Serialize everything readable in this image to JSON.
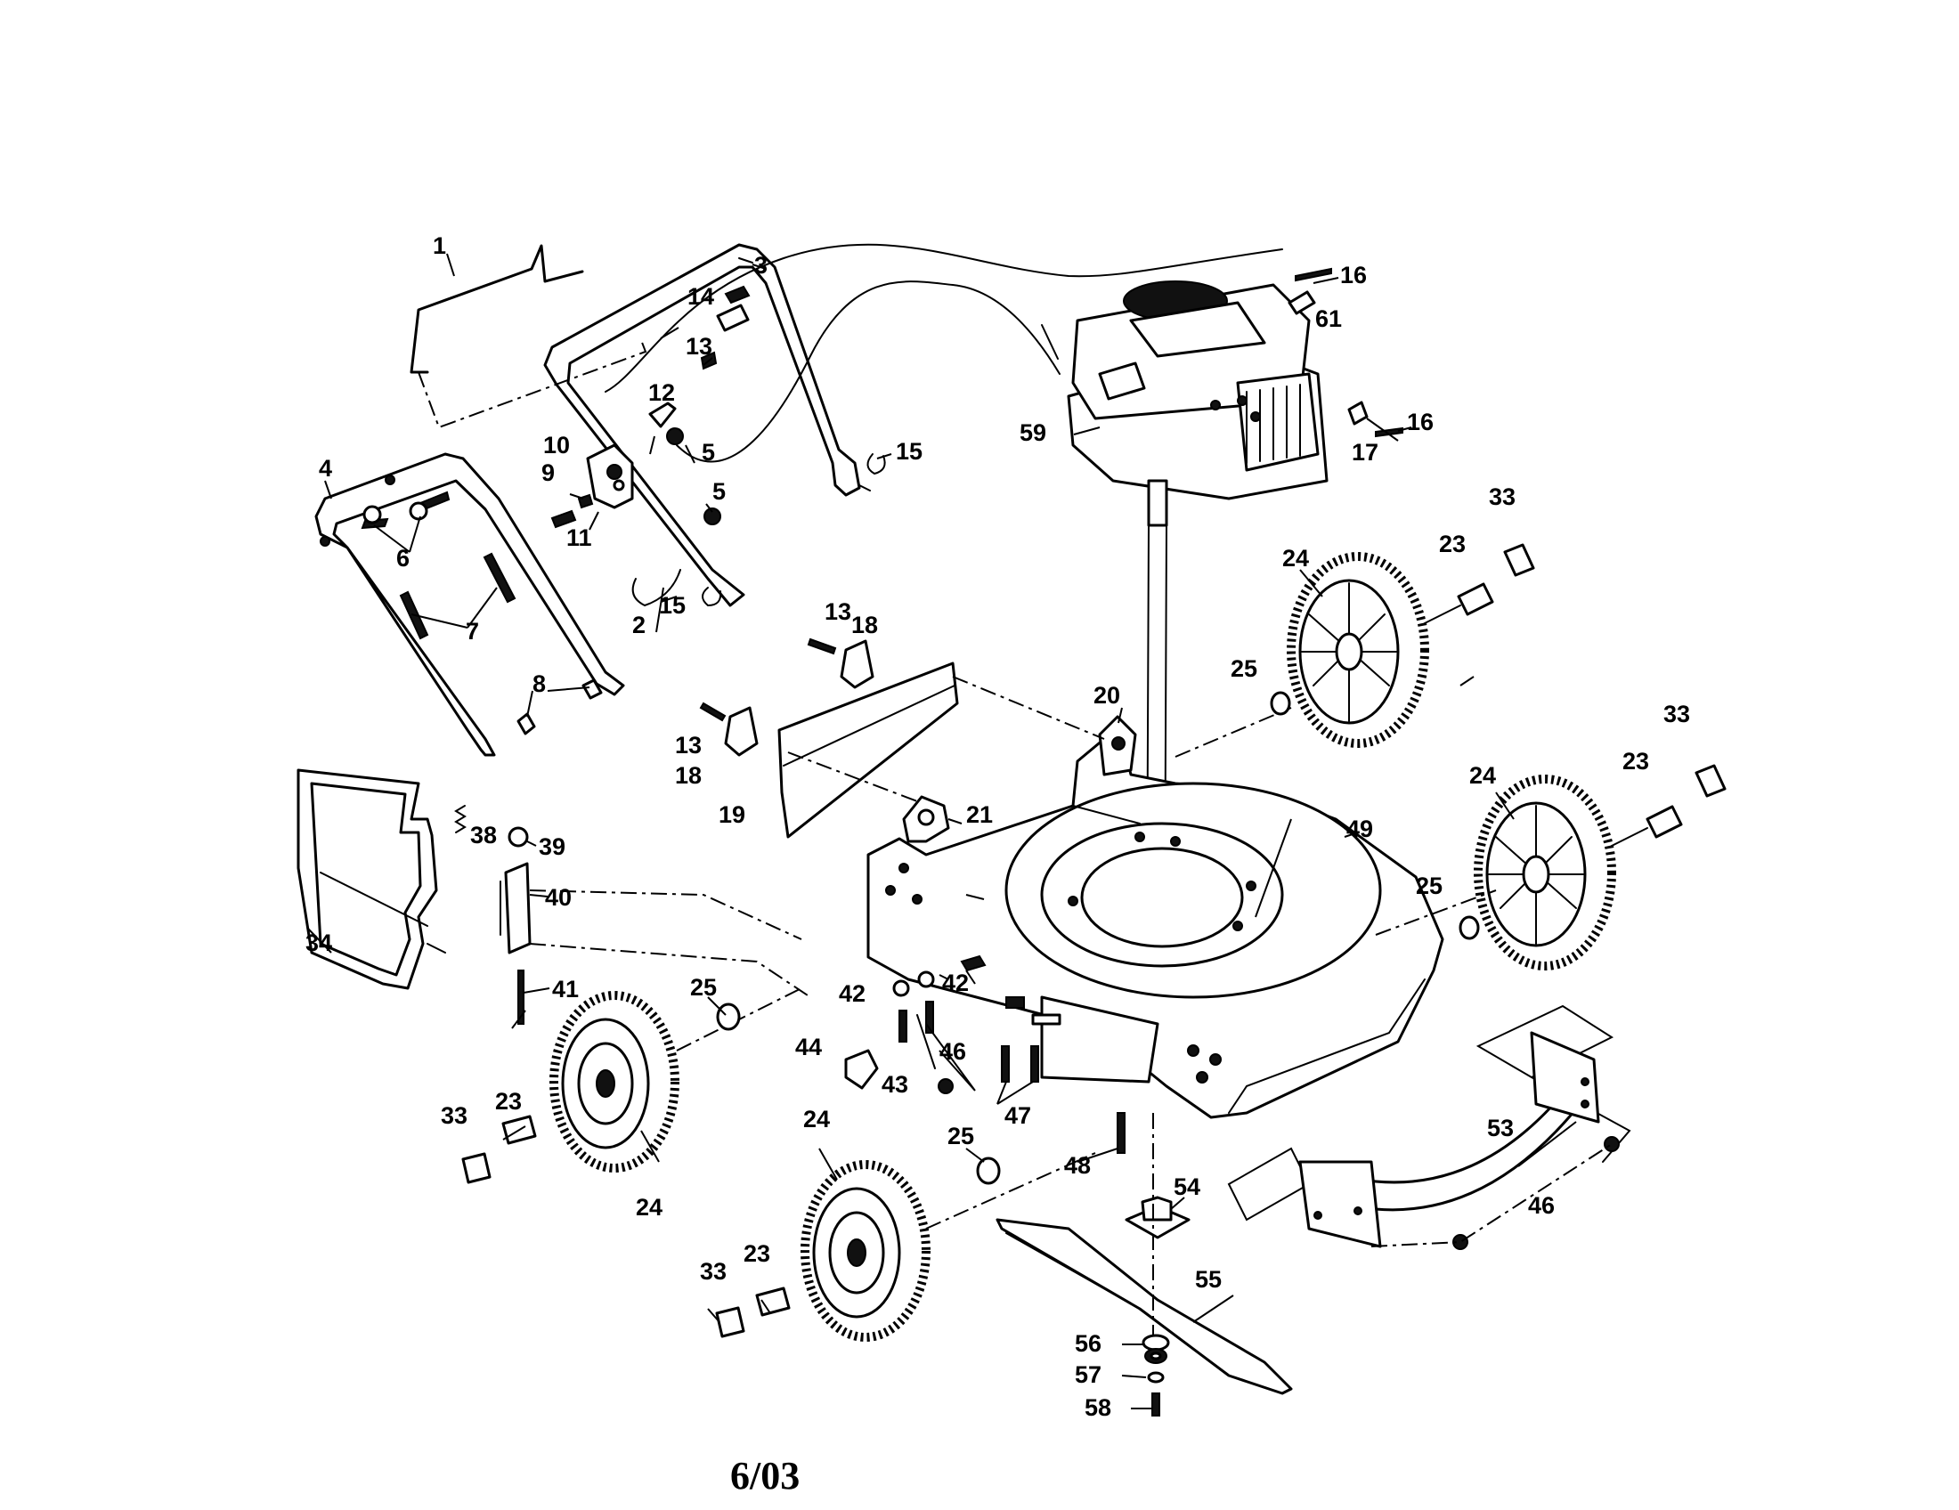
{
  "diagram": {
    "date_code": "6/03",
    "callouts": {
      "c1": "1",
      "c2": "2",
      "c3": "3",
      "c4": "4",
      "c5a": "5",
      "c5b": "5",
      "c6": "6",
      "c7": "7",
      "c8": "8",
      "c9": "9",
      "c10": "10",
      "c11": "11",
      "c12": "12",
      "c13a": "13",
      "c13b": "13",
      "c13c": "13",
      "c14": "14",
      "c15a": "15",
      "c15b": "15",
      "c16a": "16",
      "c16b": "16",
      "c17": "17",
      "c18a": "18",
      "c18b": "18",
      "c19": "19",
      "c20": "20",
      "c21": "21",
      "c23a": "23",
      "c23b": "23",
      "c23c": "23",
      "c23d": "23",
      "c24a": "24",
      "c24b": "24",
      "c24c": "24",
      "c24d": "24",
      "c25a": "25",
      "c25b": "25",
      "c25c": "25",
      "c25d": "25",
      "c33a": "33",
      "c33b": "33",
      "c33c": "33",
      "c33d": "33",
      "c34": "34",
      "c38": "38",
      "c39": "39",
      "c40": "40",
      "c41": "41",
      "c42a": "42",
      "c42b": "42",
      "c43": "43",
      "c44": "44",
      "c46a": "46",
      "c46b": "46",
      "c47": "47",
      "c48": "48",
      "c49": "49",
      "c53": "53",
      "c54": "54",
      "c55": "55",
      "c56": "56",
      "c57": "57",
      "c58": "58",
      "c59": "59",
      "c61": "61"
    }
  }
}
